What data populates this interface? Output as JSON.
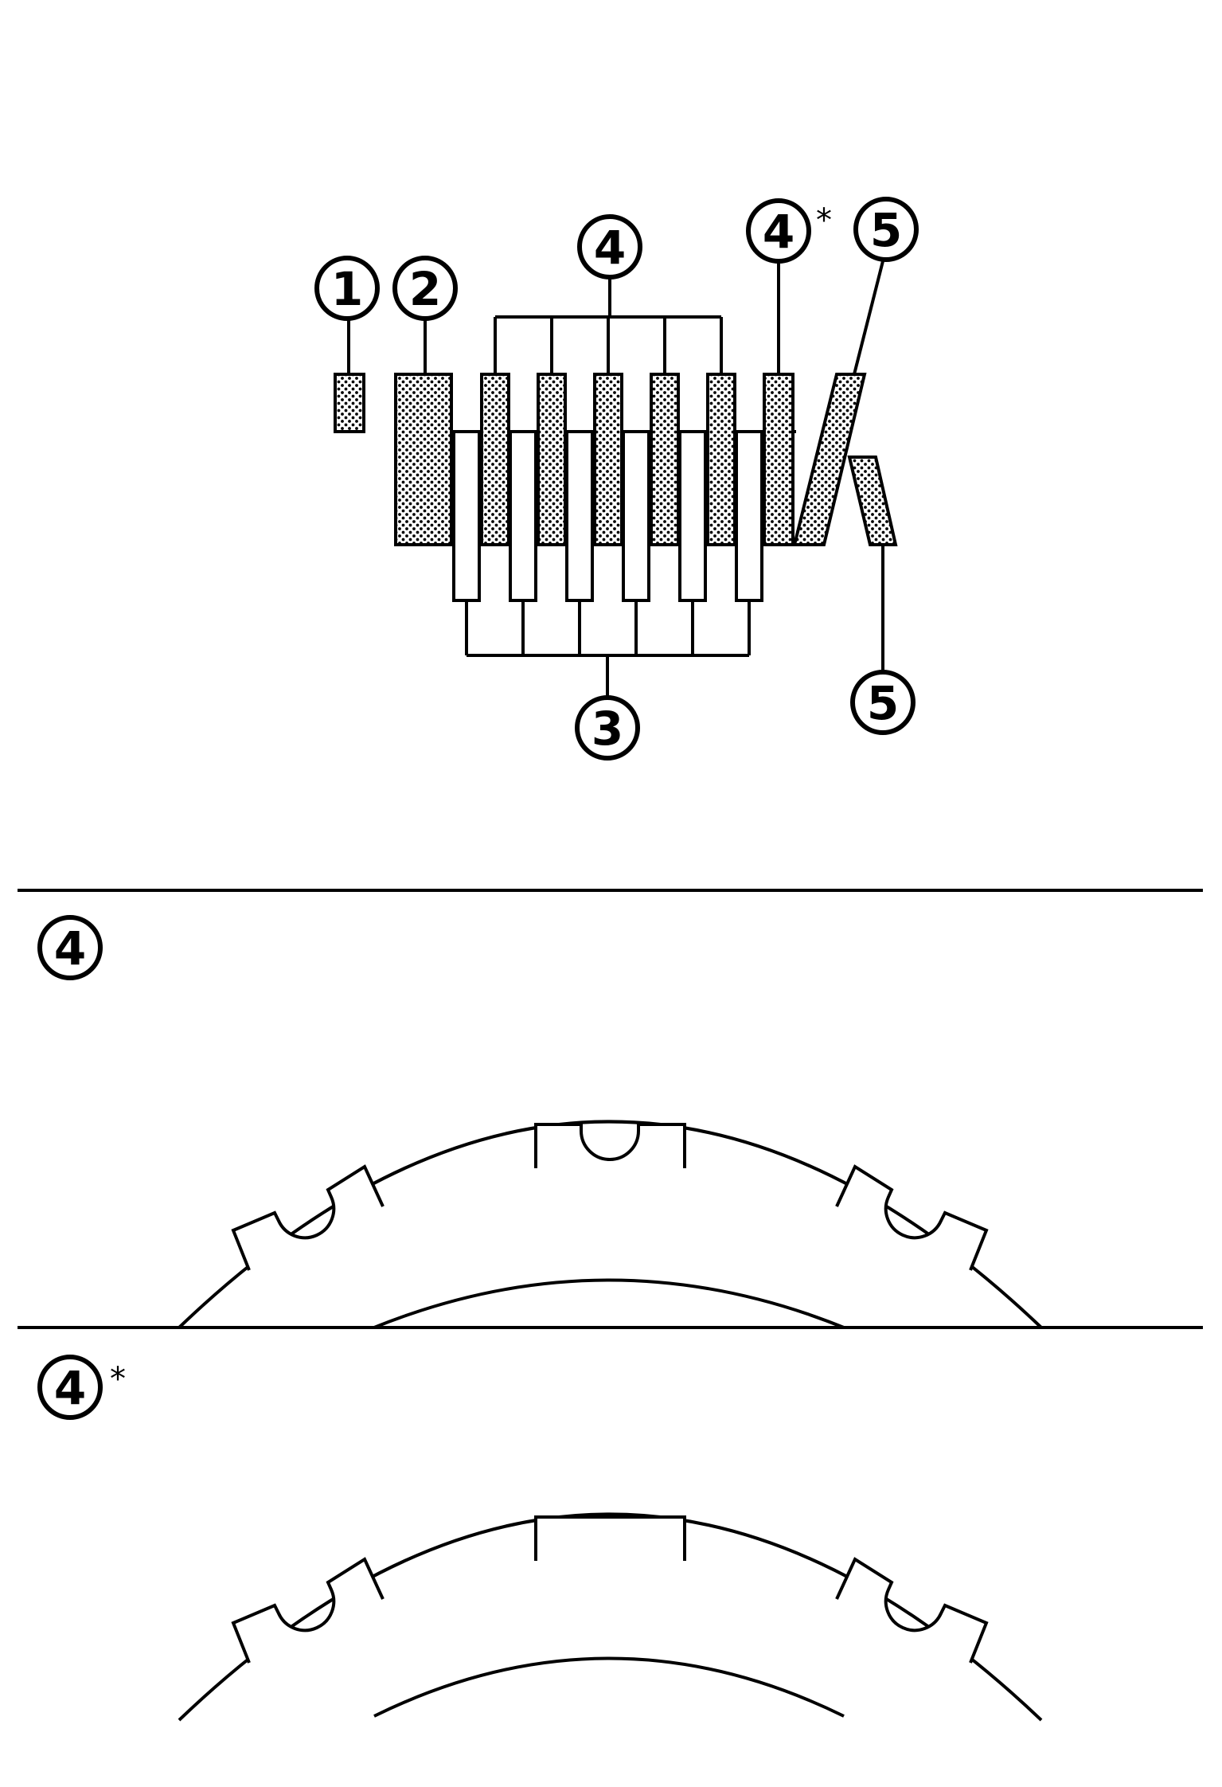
{
  "callouts": {
    "c1": "1",
    "c2": "2",
    "c3": "3",
    "c4": "4",
    "c4s": "4",
    "c4s_mark": "*",
    "c5a": "5",
    "c5b": "5"
  },
  "sections": {
    "plate": {
      "label": "4"
    },
    "plate_star": {
      "label": "4",
      "mark": "*"
    }
  },
  "colors": {
    "ink": "#000000",
    "paper": "#ffffff"
  }
}
